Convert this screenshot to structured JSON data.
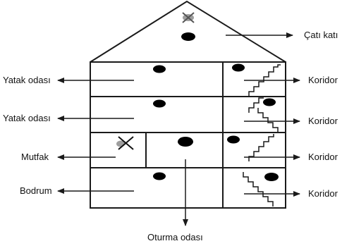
{
  "labels": {
    "roof": "Çatı katı",
    "bedroom_top": "Yatak odası",
    "bedroom_second": "Yatak odası",
    "kitchen": "Mutfak",
    "basement": "Bodrum",
    "living_room": "Oturma odası",
    "corridor_1": "Koridor",
    "corridor_2": "Koridor",
    "corridor_3": "Koridor",
    "corridor_4": "Koridor"
  },
  "colors": {
    "line": "#1a1a1a",
    "dot": "#000000",
    "cross_fill": "#9e9e9e",
    "background": "#ffffff"
  }
}
